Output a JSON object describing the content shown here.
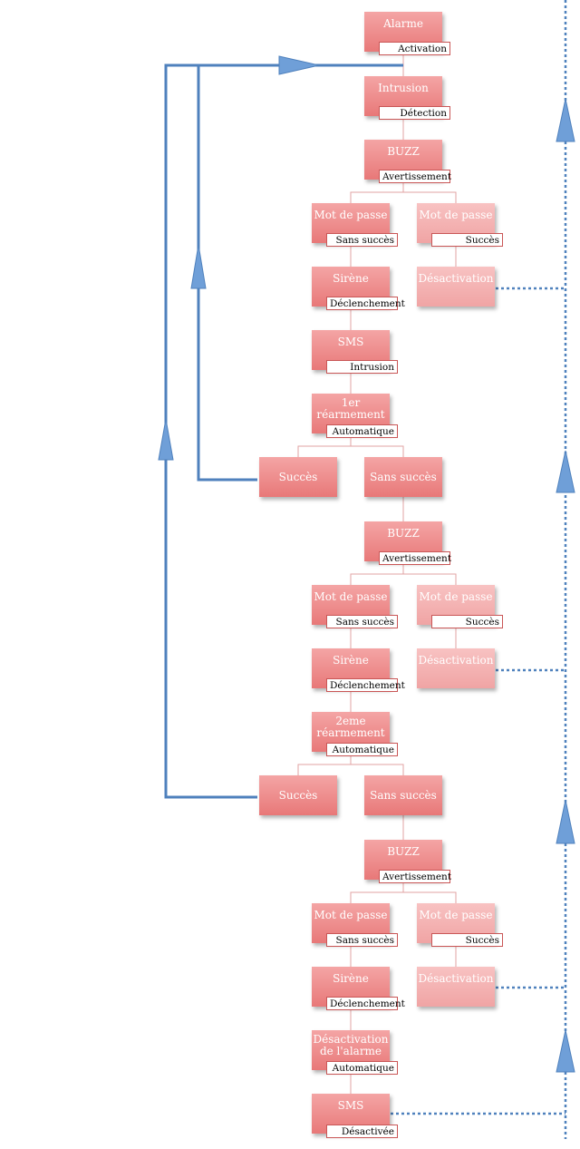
{
  "nodes": {
    "alarme": {
      "title": "Alarme",
      "tag": "Activation"
    },
    "intrusion": {
      "title": "Intrusion",
      "tag": "Détection"
    },
    "buzz1": {
      "title": "BUZZ",
      "tag": "Avertissement"
    },
    "mdp_fail1": {
      "title": "Mot de passe",
      "tag": "Sans succès"
    },
    "mdp_ok1": {
      "title": "Mot de passe",
      "tag": "Succès"
    },
    "sirene1": {
      "title": "Sirène",
      "tag": "Déclenchement"
    },
    "desact1": {
      "title": "Désactivation"
    },
    "sms1": {
      "title": "SMS",
      "tag": "Intrusion"
    },
    "rearm1": {
      "title": "1er réarmement",
      "tag": "Automatique"
    },
    "succes1": {
      "title": "Succès"
    },
    "sans_succes1": {
      "title": "Sans succès"
    },
    "buzz2": {
      "title": "BUZZ",
      "tag": "Avertissement"
    },
    "mdp_fail2": {
      "title": "Mot de passe",
      "tag": "Sans succès"
    },
    "mdp_ok2": {
      "title": "Mot de passe",
      "tag": "Succès"
    },
    "sirene2": {
      "title": "Sirène",
      "tag": "Déclenchement"
    },
    "desact2": {
      "title": "Désactivation"
    },
    "rearm2": {
      "title": "2eme réarmement",
      "tag": "Automatique"
    },
    "succes2": {
      "title": "Succès"
    },
    "sans_succes2": {
      "title": "Sans succès"
    },
    "buzz3": {
      "title": "BUZZ",
      "tag": "Avertissement"
    },
    "mdp_fail3": {
      "title": "Mot de passe",
      "tag": "Sans succès"
    },
    "mdp_ok3": {
      "title": "Mot de passe",
      "tag": "Succès"
    },
    "sirene3": {
      "title": "Sirène",
      "tag": "Déclenchement"
    },
    "desact3": {
      "title": "Désactivation"
    },
    "desact_alarme": {
      "title": "Désactivation de l'alarme",
      "tag": "Automatique"
    },
    "sms_final": {
      "title": "SMS",
      "tag": "Désactivée"
    }
  },
  "colors": {
    "box_top": "#f4a5a5",
    "box_bottom": "#e87878",
    "box_light_top": "#f8c2c2",
    "tag_border": "#c95656",
    "connector": "#e2a3a3",
    "loop_line": "#4f81bd",
    "arrow_fill": "#6f9fd8",
    "dotted_line": "#4f81bd"
  },
  "icons": {
    "loop_arrow": "blue-triangle-arrow",
    "dotted_arrow": "blue-triangle-arrow-up"
  }
}
